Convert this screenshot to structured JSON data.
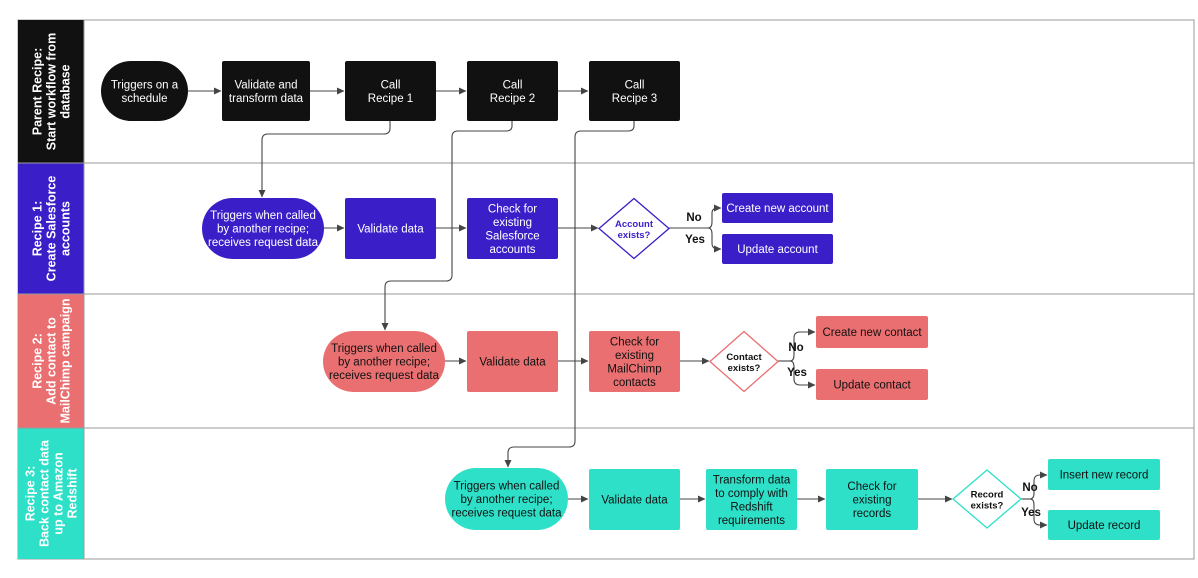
{
  "colors": {
    "black": "#111111",
    "blue": "#3a1fc9",
    "red": "#e96f71",
    "teal": "#2ee0c8",
    "connector": "#444444",
    "lane_border": "#9a9a9a"
  },
  "lanes": [
    {
      "id": "parent",
      "label": [
        "Parent Recipe:",
        "Start workflow from",
        "database"
      ]
    },
    {
      "id": "recipe1",
      "label": [
        "Recipe 1:",
        "Create Salesforce",
        "accounts"
      ]
    },
    {
      "id": "recipe2",
      "label": [
        "Recipe 2:",
        "Add contact to",
        "MailChimp campaign"
      ]
    },
    {
      "id": "recipe3",
      "label": [
        "Recipe 3:",
        "Back contact data",
        "up to Amazon",
        "Redshift"
      ]
    }
  ],
  "nodes": {
    "p_trigger": {
      "text": [
        "Triggers on a",
        "schedule"
      ]
    },
    "p_validate": {
      "text": [
        "Validate and",
        "transform data"
      ]
    },
    "p_call1": {
      "text": [
        "Call",
        "Recipe 1"
      ]
    },
    "p_call2": {
      "text": [
        "Call",
        "Recipe 2"
      ]
    },
    "p_call3": {
      "text": [
        "Call",
        "Recipe 3"
      ]
    },
    "r1_trigger": {
      "text": [
        "Triggers when called",
        "by another recipe;",
        "receives request data"
      ]
    },
    "r1_validate": {
      "text": [
        "Validate data"
      ]
    },
    "r1_check": {
      "text": [
        "Check for",
        "existing",
        "Salesforce",
        "accounts"
      ]
    },
    "r1_decision": {
      "text": [
        "Account",
        "exists?"
      ]
    },
    "r1_create": {
      "text": [
        "Create new account"
      ]
    },
    "r1_update": {
      "text": [
        "Update account"
      ]
    },
    "r2_trigger": {
      "text": [
        "Triggers when called",
        "by another recipe;",
        "receives request data"
      ]
    },
    "r2_validate": {
      "text": [
        "Validate data"
      ]
    },
    "r2_check": {
      "text": [
        "Check for",
        "existing",
        "MailChimp",
        "contacts"
      ]
    },
    "r2_decision": {
      "text": [
        "Contact",
        "exists?"
      ]
    },
    "r2_create": {
      "text": [
        "Create new contact"
      ]
    },
    "r2_update": {
      "text": [
        "Update contact"
      ]
    },
    "r3_trigger": {
      "text": [
        "Triggers when called",
        "by another recipe;",
        "receives request data"
      ]
    },
    "r3_validate": {
      "text": [
        "Validate data"
      ]
    },
    "r3_transform": {
      "text": [
        "Transform data",
        "to comply with",
        "Redshift",
        "requirements"
      ]
    },
    "r3_check": {
      "text": [
        "Check for",
        "existing",
        "records"
      ]
    },
    "r3_decision": {
      "text": [
        "Record",
        "exists?"
      ]
    },
    "r3_insert": {
      "text": [
        "Insert new record"
      ]
    },
    "r3_update": {
      "text": [
        "Update record"
      ]
    }
  },
  "branch_labels": {
    "r1_no": "No",
    "r1_yes": "Yes",
    "r2_no": "No",
    "r2_yes": "Yes",
    "r3_no": "No",
    "r3_yes": "Yes"
  }
}
